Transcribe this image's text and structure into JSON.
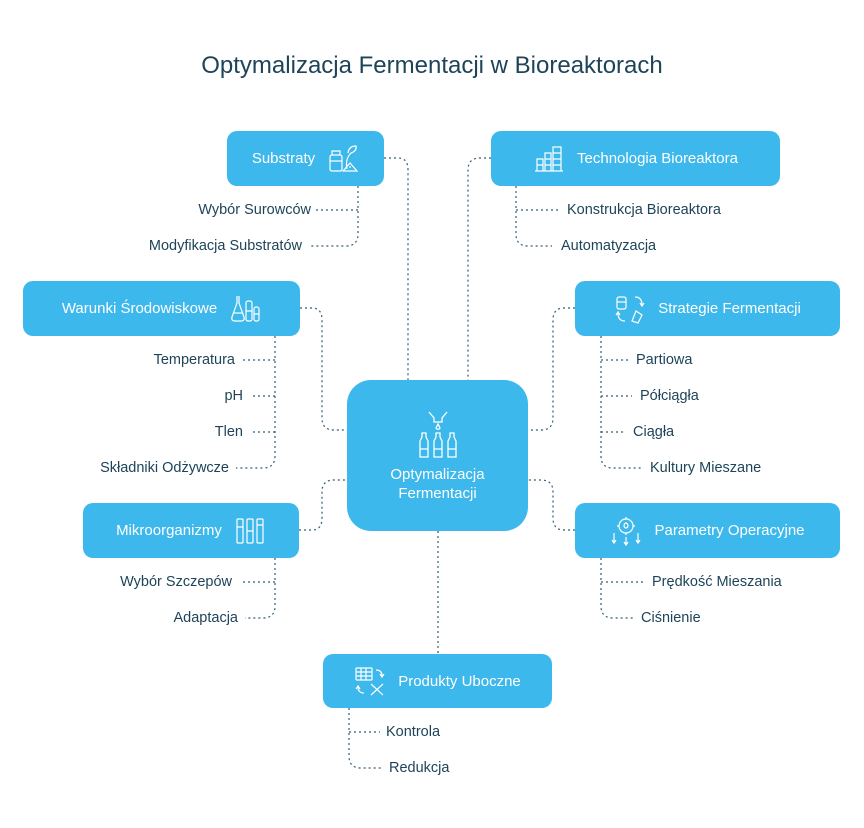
{
  "title": "Optymalizacja Fermentacji w Bioreaktorach",
  "center": {
    "label": "Optymalizacja Fermentacji",
    "icon": "bottles-icon"
  },
  "branches": {
    "substraty": {
      "label": "Substraty",
      "icon": "plant-jar-icon",
      "items": [
        "Wybór Surowców",
        "Modyfikacja Substratów"
      ]
    },
    "technologia": {
      "label": "Technologia Bioreaktora",
      "icon": "factory-icon",
      "items": [
        "Konstrukcja Bioreaktora",
        "Automatyzacja"
      ]
    },
    "warunki": {
      "label": "Warunki Środowiskowe",
      "icon": "lab-flasks-icon",
      "items": [
        "Temperatura",
        "pH",
        "Tlen",
        "Składniki Odżywcze"
      ]
    },
    "strategie": {
      "label": "Strategie Fermentacji",
      "icon": "cycle-icon",
      "items": [
        "Partiowa",
        "Półciągła",
        "Ciągła",
        "Kultury Mieszane"
      ]
    },
    "mikro": {
      "label": "Mikroorganizmy",
      "icon": "test-tubes-icon",
      "items": [
        "Wybór Szczepów",
        "Adaptacja"
      ]
    },
    "parametry": {
      "label": "Parametry Operacyjne",
      "icon": "settings-drop-icon",
      "items": [
        "Prędkość Mieszania",
        "Ciśnienie"
      ]
    },
    "produkty": {
      "label": "Produkty Uboczne",
      "icon": "table-transform-icon",
      "items": [
        "Kontrola",
        "Redukcja"
      ]
    }
  },
  "colors": {
    "node": "#3cb8ec",
    "text": "#1e4459",
    "connector": "#2f5d78"
  }
}
